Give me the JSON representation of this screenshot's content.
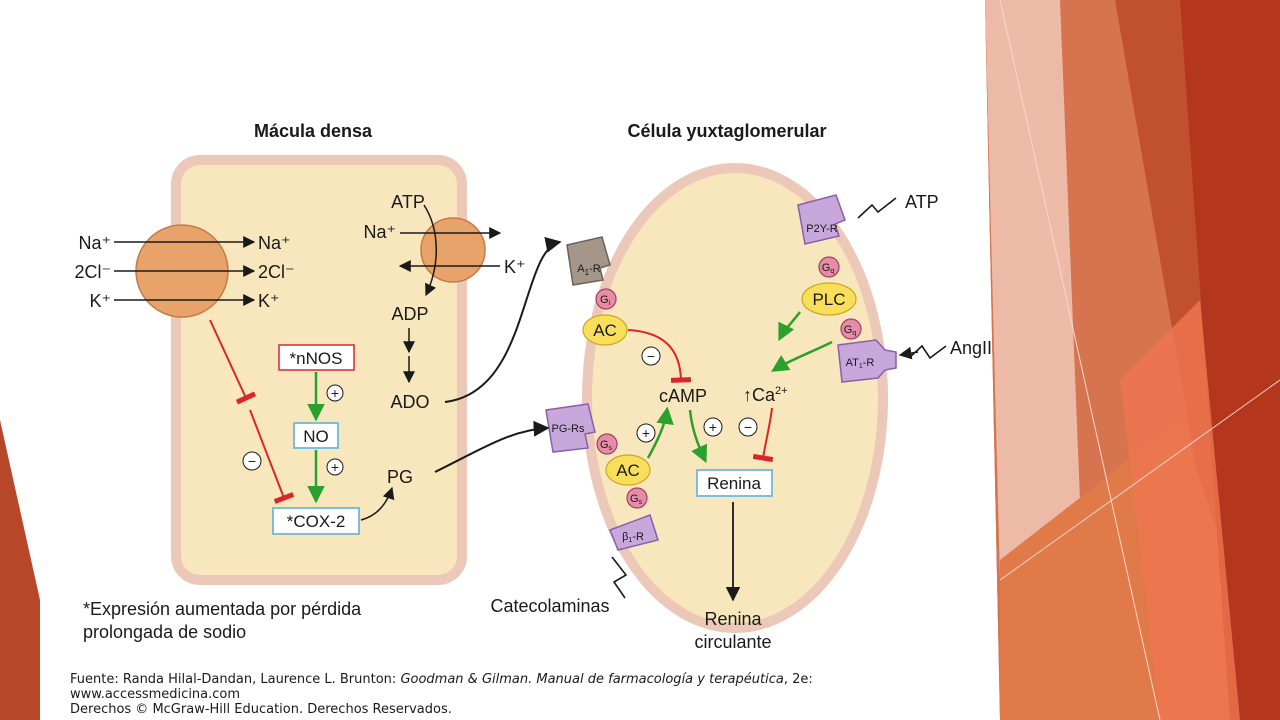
{
  "slide": {
    "colors": {
      "cell_fill": "#f8e6bc",
      "cell_border": "#ecc8b8",
      "transporter": "#e8a36a",
      "receptor": "#c8a8dc",
      "gprotein": "#e68ca6",
      "enzyme": "#f8de5a",
      "box_blue": "#6fb7de",
      "box_red": "#d9262c",
      "stim_arrow": "#2ca02c",
      "inhib_arrow": "#d9262c",
      "deco_dark": "#b23c1e",
      "deco_light": "#e8785a"
    }
  },
  "diagram": {
    "macula": {
      "title": "Mácula densa",
      "left_in": [
        "Na⁺",
        "2Cl⁻",
        "K⁺"
      ],
      "left_out": [
        "Na⁺",
        "2Cl⁻",
        "K⁺"
      ],
      "atp": "ATP",
      "na_in": "Na⁺",
      "k_out": "K⁺",
      "adp": "ADP",
      "ado": "ADO",
      "nnos": "*nNOS",
      "no": "NO",
      "cox2": "*COX-2",
      "pg": "PG",
      "plus": "+",
      "minus": "−"
    },
    "jg": {
      "title": "Célula yuxtaglomerular",
      "a1r_main": "A",
      "a1r_sub": "1",
      "a1r_tail": "-R",
      "gi_main": "G",
      "gi_sub": "i",
      "ac": "AC",
      "camp": "cAMP",
      "pgrs": "PG-Rs",
      "gs_main": "G",
      "gs_sub": "s",
      "b1r_main": "β",
      "b1r_sub": "1",
      "b1r_tail": "-R",
      "p2yr": "P2Y-R",
      "gq_main": "G",
      "gq_sub": "q",
      "plc": "PLC",
      "at1r_main": "AT",
      "at1r_sub": "1",
      "at1r_tail": "-R",
      "ca_main": "↑Ca",
      "ca_sup": "2+",
      "renina": "Renina",
      "atp_ext": "ATP",
      "angii": "AngII",
      "catecol": "Catecolaminas",
      "renina_circ_1": "Renina",
      "renina_circ_2": "circulante"
    },
    "footnote": "*Expresión aumentada por pérdida prolongada de sodio",
    "source": {
      "prefix": "Fuente: Randa Hilal-Dandan, Laurence L. Brunton: ",
      "book": "Goodman & Gilman. Manual de farmacología y terapéutica",
      "suffix": ", 2e:",
      "url": "www.accessmedicina.com",
      "rights": "Derechos © McGraw-Hill Education. Derechos Reservados."
    }
  }
}
